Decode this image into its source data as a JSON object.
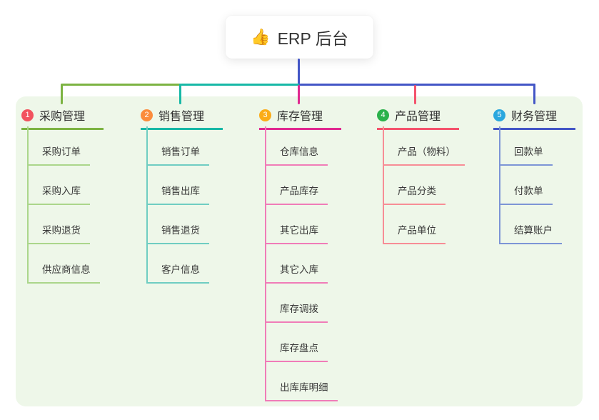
{
  "root": {
    "icon": "👍",
    "label": "ERP 后台",
    "stem_color": "#4356C6"
  },
  "branches": [
    {
      "num": "1",
      "label": "采购管理",
      "line_color": "#7CB342",
      "item_line_color": "#ABD68B",
      "badge_color": "#F2535F",
      "items": [
        "采购订单",
        "采购入库",
        "采购退货",
        "供应商信息"
      ]
    },
    {
      "num": "2",
      "label": "销售管理",
      "line_color": "#17B8A6",
      "item_line_color": "#6FCDC2",
      "badge_color": "#FB8C3C",
      "items": [
        "销售订单",
        "销售出库",
        "销售退货",
        "客户信息"
      ]
    },
    {
      "num": "3",
      "label": "库存管理",
      "line_color": "#E02990",
      "item_line_color": "#F07CB8",
      "badge_color": "#FBAC18",
      "items": [
        "仓库信息",
        "产品库存",
        "其它出库",
        "其它入库",
        "库存调拨",
        "库存盘点",
        "出库库明细"
      ]
    },
    {
      "num": "4",
      "label": "产品管理",
      "line_color": "#F4536C",
      "item_line_color": "#F78D96",
      "badge_color": "#2BB14B",
      "items": [
        "产品（物料）",
        "产品分类",
        "产品单位"
      ]
    },
    {
      "num": "5",
      "label": "财务管理",
      "line_color": "#4356C6",
      "item_line_color": "#7D95D6",
      "badge_color": "#2AA7DE",
      "items": [
        "回款单",
        "付款单",
        "结算账户"
      ]
    }
  ]
}
